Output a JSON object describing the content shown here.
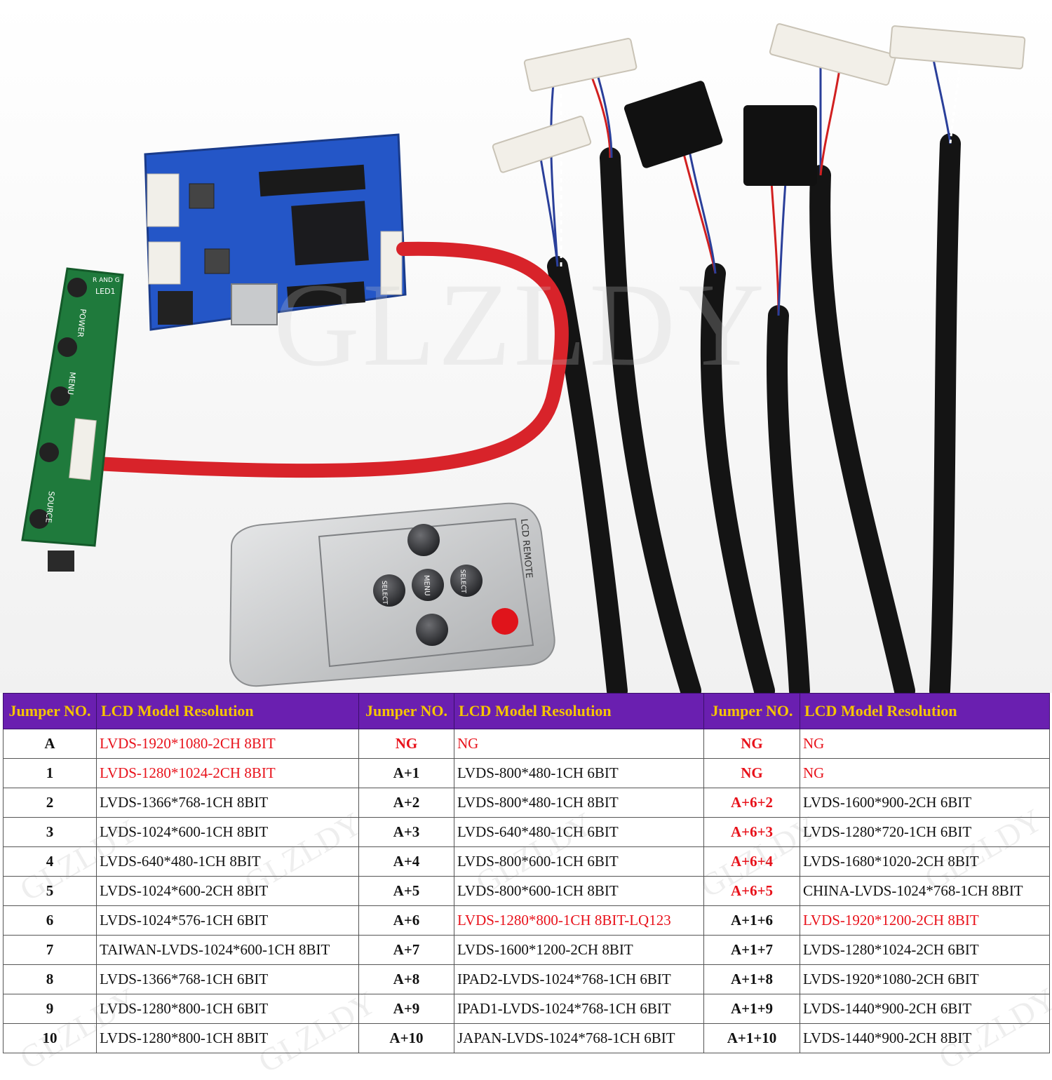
{
  "photo": {
    "watermark": "GLZLDY",
    "board_labels": {
      "power": "POWER",
      "menu": "MENU",
      "source": "SOURCE",
      "led": "LED1",
      "rg": "R AND G"
    },
    "remote_label": "LCD REMOTE",
    "remote_buttons": {
      "menu": "MENU",
      "select_left": "SELECT",
      "select_right": "SELECT"
    }
  },
  "table": {
    "headers": [
      "Jumper NO.",
      "LCD Model Resolution",
      "Jumper NO.",
      "LCD Model Resolution",
      "Jumper NO.",
      "LCD Model Resolution"
    ],
    "rows": [
      [
        {
          "t": "A"
        },
        {
          "t": "LVDS-1920*1080-2CH 8BIT",
          "red": true
        },
        {
          "t": "NG",
          "red": true
        },
        {
          "t": "NG",
          "red": true
        },
        {
          "t": "NG",
          "red": true
        },
        {
          "t": "NG",
          "red": true
        }
      ],
      [
        {
          "t": "1"
        },
        {
          "t": "LVDS-1280*1024-2CH 8BIT",
          "red": true
        },
        {
          "t": "A+1"
        },
        {
          "t": "LVDS-800*480-1CH 6BIT"
        },
        {
          "t": "NG",
          "red": true
        },
        {
          "t": "NG",
          "red": true
        }
      ],
      [
        {
          "t": "2"
        },
        {
          "t": "LVDS-1366*768-1CH 8BIT"
        },
        {
          "t": "A+2"
        },
        {
          "t": "LVDS-800*480-1CH 8BIT"
        },
        {
          "t": "A+6+2",
          "red": true
        },
        {
          "t": "LVDS-1600*900-2CH 6BIT"
        }
      ],
      [
        {
          "t": "3"
        },
        {
          "t": "LVDS-1024*600-1CH 8BIT"
        },
        {
          "t": "A+3"
        },
        {
          "t": "LVDS-640*480-1CH 6BIT"
        },
        {
          "t": "A+6+3",
          "red": true
        },
        {
          "t": "LVDS-1280*720-1CH 6BIT"
        }
      ],
      [
        {
          "t": "4"
        },
        {
          "t": "LVDS-640*480-1CH 8BIT"
        },
        {
          "t": "A+4"
        },
        {
          "t": "LVDS-800*600-1CH 6BIT"
        },
        {
          "t": "A+6+4",
          "red": true
        },
        {
          "t": "LVDS-1680*1020-2CH 8BIT"
        }
      ],
      [
        {
          "t": "5"
        },
        {
          "t": "LVDS-1024*600-2CH 8BIT"
        },
        {
          "t": "A+5"
        },
        {
          "t": "LVDS-800*600-1CH 8BIT"
        },
        {
          "t": "A+6+5",
          "red": true
        },
        {
          "t": "CHINA-LVDS-1024*768-1CH 8BIT"
        }
      ],
      [
        {
          "t": "6"
        },
        {
          "t": "LVDS-1024*576-1CH 6BIT"
        },
        {
          "t": "A+6"
        },
        {
          "t": "LVDS-1280*800-1CH 8BIT-LQ123",
          "red": true
        },
        {
          "t": "A+1+6"
        },
        {
          "t": "LVDS-1920*1200-2CH 8BIT",
          "red": true
        }
      ],
      [
        {
          "t": "7"
        },
        {
          "t": "TAIWAN-LVDS-1024*600-1CH 8BIT"
        },
        {
          "t": "A+7"
        },
        {
          "t": "LVDS-1600*1200-2CH 8BIT"
        },
        {
          "t": "A+1+7"
        },
        {
          "t": "LVDS-1280*1024-2CH 6BIT"
        }
      ],
      [
        {
          "t": "8"
        },
        {
          "t": "LVDS-1366*768-1CH 6BIT"
        },
        {
          "t": "A+8"
        },
        {
          "t": "IPAD2-LVDS-1024*768-1CH 6BIT"
        },
        {
          "t": "A+1+8"
        },
        {
          "t": "LVDS-1920*1080-2CH 6BIT"
        }
      ],
      [
        {
          "t": "9"
        },
        {
          "t": "LVDS-1280*800-1CH 6BIT"
        },
        {
          "t": "A+9"
        },
        {
          "t": "IPAD1-LVDS-1024*768-1CH 6BIT"
        },
        {
          "t": "A+1+9"
        },
        {
          "t": "LVDS-1440*900-2CH 6BIT"
        }
      ],
      [
        {
          "t": "10"
        },
        {
          "t": "LVDS-1280*800-1CH 8BIT"
        },
        {
          "t": "A+10"
        },
        {
          "t": "JAPAN-LVDS-1024*768-1CH 6BIT"
        },
        {
          "t": "A+1+10"
        },
        {
          "t": "LVDS-1440*900-2CH 8BIT"
        }
      ]
    ]
  }
}
